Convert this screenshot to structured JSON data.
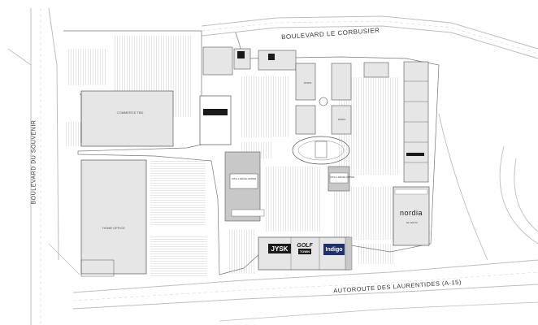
{
  "roads": {
    "north": "BOULEVARD LE CORBUSIER",
    "west": "BOULEVARD DU SOUVENIR",
    "south": "AUTOROUTE DES LAURENTIDES (A-15)"
  },
  "brands": {
    "jysk": "JYSK",
    "golf": "GOLF",
    "golf_sub": "TOWN",
    "indigo": "Indigo",
    "nordia": "nordia"
  },
  "buildings": {
    "commerce": "COMMERCE TBD",
    "home_office": "HOME OFFICE",
    "dispo_1": "DISPO",
    "dispo_2": "DISPO",
    "site_a": "SITE A DÉVELOPPER",
    "site_b": "SITE A DÉVELOPPER",
    "nordia_area": "62 145 PI²"
  },
  "colors": {
    "road": "#cfcfcf",
    "lines": "#9a9a9a",
    "building": "#e6e6e6",
    "outline": "#555555",
    "gray_pad": "#c8c8c8",
    "black_block": "#1a1a1a",
    "indigo_blue": "#20306b"
  }
}
